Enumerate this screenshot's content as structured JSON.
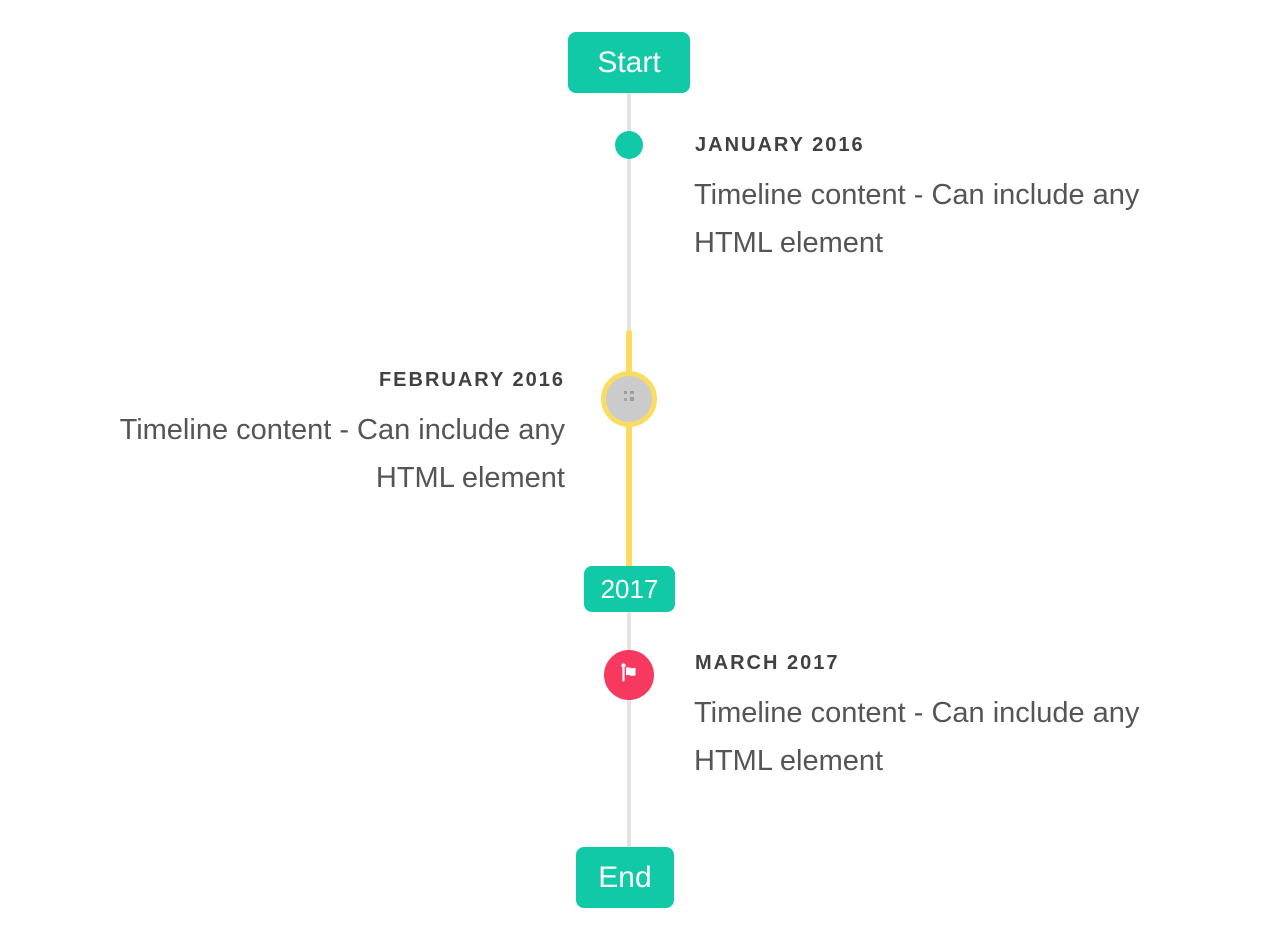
{
  "colors": {
    "accent": "#11C9A6",
    "line": "#E2E2E4",
    "highlight": "#FADD60",
    "flag_bg": "#F8395F",
    "circle_bg": "#CBCBCB",
    "title_text": "#414141",
    "content_text": "#555555",
    "page_bg": "#FFFFFF"
  },
  "timeline": {
    "start_label": "Start",
    "end_label": "End",
    "year_badge_label": "2017",
    "items": [
      {
        "title": "JANUARY 2016",
        "content": "Timeline content - Can include any HTML element",
        "side": "right",
        "marker": "teal-dot"
      },
      {
        "title": "FEBRUARY 2016",
        "content": "Timeline content - Can include any HTML element",
        "side": "left",
        "marker": "gray-circle-yellow-ring-broken-image"
      },
      {
        "title": "MARCH 2017",
        "content": "Timeline content - Can include any HTML element",
        "side": "right",
        "marker": "flag-circle"
      }
    ]
  }
}
